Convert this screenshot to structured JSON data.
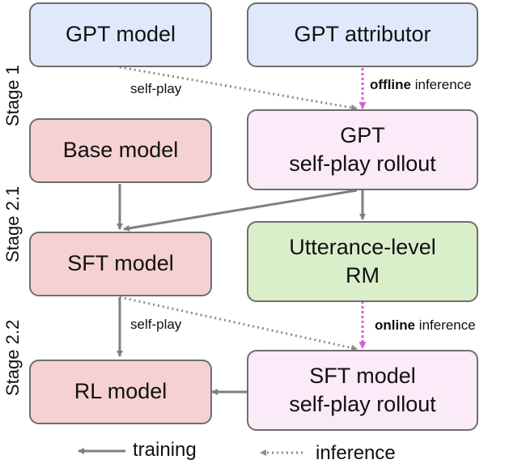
{
  "boxes": {
    "gpt_model": "GPT model",
    "gpt_attributor": "GPT attributor",
    "base_model": "Base model",
    "gpt_rollout_line1": "GPT",
    "gpt_rollout_line2": "self-play rollout",
    "sft_model": "SFT model",
    "rm_line1": "Utterance-level",
    "rm_line2": "RM",
    "rl_model": "RL model",
    "sft_rollout_line1": "SFT model",
    "sft_rollout_line2": "self-play rollout"
  },
  "stages": {
    "stage1": "Stage 1",
    "stage21": "Stage 2.1",
    "stage22": "Stage 2.2"
  },
  "edge_labels": {
    "self_play_1": "self-play",
    "self_play_2": "self-play",
    "offline_bold": "offline",
    "offline_rest": " inference",
    "online_bold": "online",
    "online_rest": " inference"
  },
  "legend": {
    "training": "training",
    "inference": "inference"
  },
  "colors": {
    "blue": "#dfe9fb",
    "red": "#f5d1d1",
    "pink": "#fbeaf7",
    "green": "#d9efc9",
    "arrow": "#7f7f7f",
    "magenta_dotted": "#d563d5"
  }
}
